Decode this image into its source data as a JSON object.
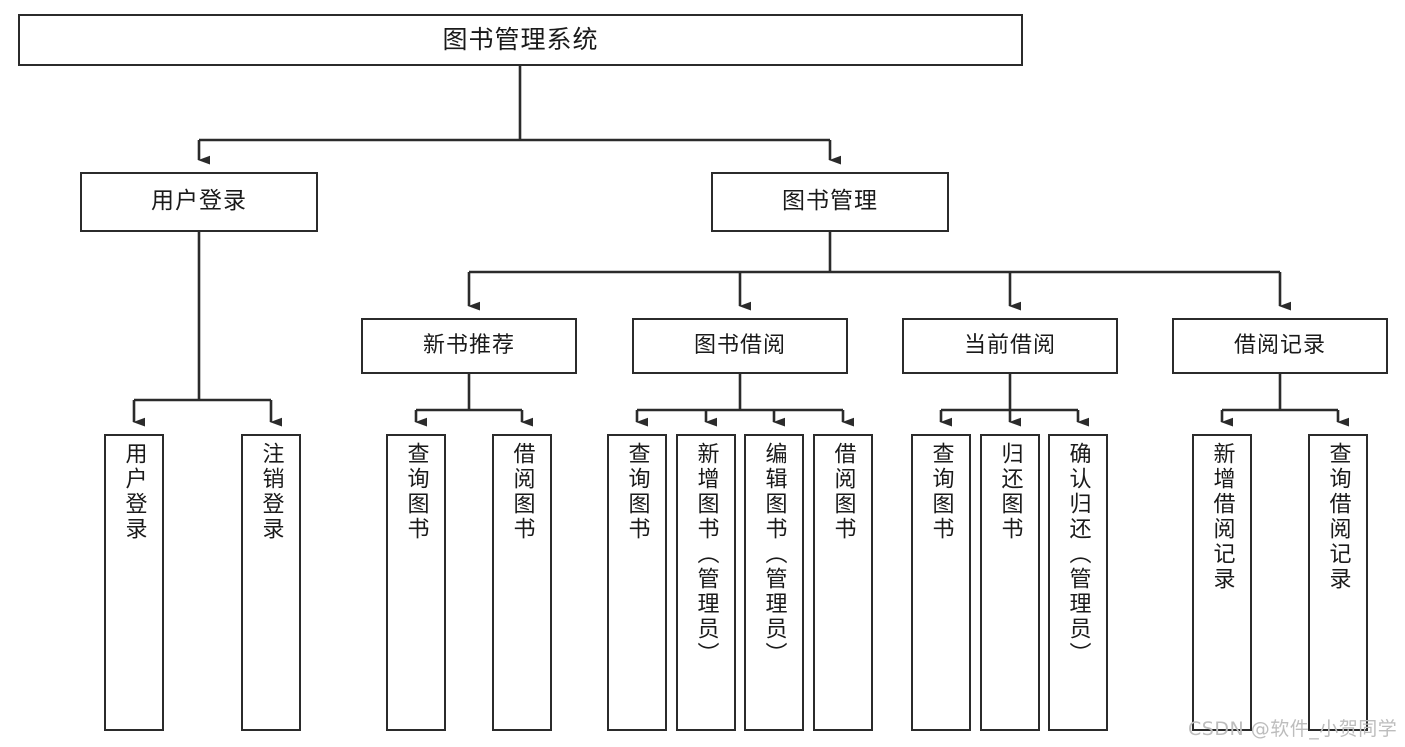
{
  "diagram": {
    "title": "图书管理系统",
    "type": "tree-hierarchy-chart",
    "watermark": "CSDN @软件_小贺同学",
    "colors": {
      "stroke": "#2b2b2b",
      "fill": "#ffffff",
      "text": "#1a1a1a",
      "watermark": "#bdbdbd"
    },
    "nodes": {
      "root": {
        "label": "图书管理系统"
      },
      "level2": [
        {
          "label": "用户登录"
        },
        {
          "label": "图书管理"
        }
      ],
      "level3": [
        {
          "label": "新书推荐"
        },
        {
          "label": "图书借阅"
        },
        {
          "label": "当前借阅"
        },
        {
          "label": "借阅记录"
        }
      ],
      "leaves": {
        "user_login": [
          {
            "label": "用户登录"
          },
          {
            "label": "注销登录"
          }
        ],
        "new_book": [
          {
            "label": "查询图书"
          },
          {
            "label": "借阅图书"
          }
        ],
        "book_borrow": [
          {
            "label": "查询图书"
          },
          {
            "label": "新增图书（管理员）"
          },
          {
            "label": "编辑图书（管理员）"
          },
          {
            "label": "借阅图书"
          }
        ],
        "current_borrow": [
          {
            "label": "查询图书"
          },
          {
            "label": "归还图书"
          },
          {
            "label": "确认归还（管理员）"
          }
        ],
        "borrow_record": [
          {
            "label": "新增借阅记录"
          },
          {
            "label": "查询借阅记录"
          }
        ]
      }
    }
  }
}
